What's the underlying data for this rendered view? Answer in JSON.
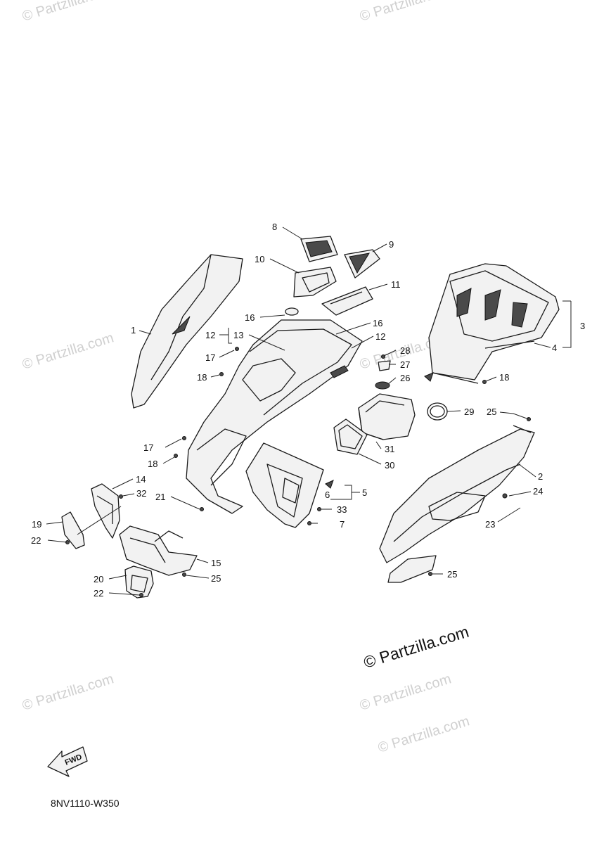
{
  "watermarks": [
    "© Partzilla.com",
    "© Partzilla.com",
    "© Partzilla.com",
    "© Partzilla.com",
    "© Partzilla.com",
    "© Partzilla.com",
    "© Partzilla.com"
  ],
  "copyright": "© Partzilla.com",
  "diagram_code": "8NV1110-W350",
  "fwd_label": "FWD",
  "callouts": [
    "1",
    "2",
    "3",
    "4",
    "5",
    "6",
    "7",
    "8",
    "9",
    "10",
    "11",
    "12",
    "12",
    "13",
    "14",
    "15",
    "16",
    "16",
    "17",
    "17",
    "18",
    "18",
    "18",
    "19",
    "20",
    "21",
    "22",
    "22",
    "23",
    "24",
    "25",
    "25",
    "25",
    "26",
    "27",
    "28",
    "29",
    "30",
    "31",
    "32",
    "33"
  ],
  "colors": {
    "line": "#1a1a1a",
    "watermark": "#d0d0d0"
  }
}
